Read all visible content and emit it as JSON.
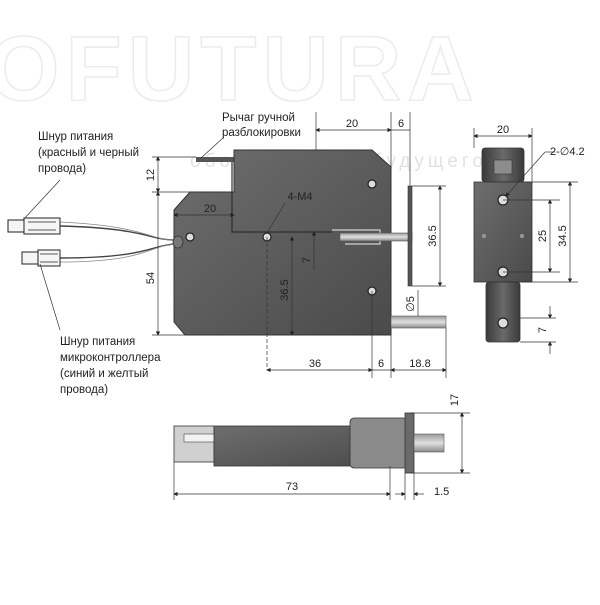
{
  "watermark": {
    "brand": "OFUTURA",
    "tagline": "оборудования будущего"
  },
  "notes": {
    "manual_lever": [
      "Рычаг ручной",
      "разблокировки"
    ],
    "power_cord": [
      "Шнур питания",
      "(красный и черный",
      "провода)"
    ],
    "mcu_cord": [
      "Шнур питания",
      "микроконтроллера",
      "(синий и желтый",
      "провода)"
    ],
    "thread": "4-M4",
    "holes": "2-∅4.2",
    "pin_dia": "∅5"
  },
  "front_view": {
    "width_total": "54",
    "lever_offset": "12",
    "top_20": "20",
    "top_6": "6",
    "left_20": "20",
    "vert_7": "7",
    "center_36_5": "36.5",
    "right_36_5": "36.5",
    "bottom_36": "36",
    "bottom_6": "6",
    "bottom_18_8": "18.8"
  },
  "side_view": {
    "width": "20",
    "hole_pitch": "25",
    "height": "34.5",
    "bottom_7": "7"
  },
  "bottom_view": {
    "length": "73",
    "thickness": "17",
    "plate": "1.5"
  }
}
